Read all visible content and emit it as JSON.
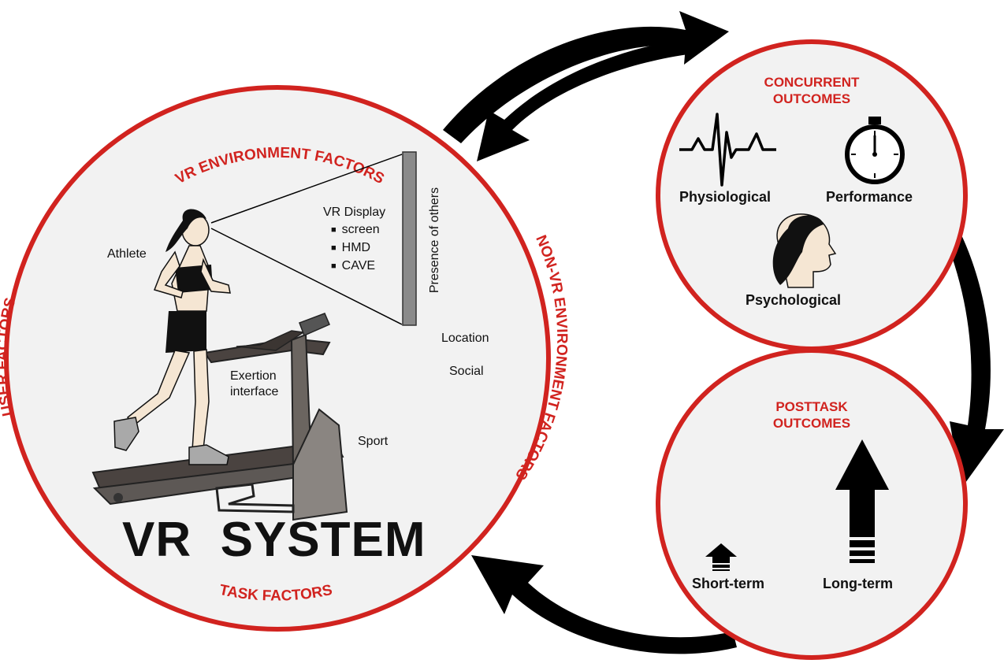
{
  "vr_system": {
    "title": "VR  SYSTEM",
    "factors": {
      "vr_environment": "VR ENVIRONMENT FACTORS",
      "user": "USER FACTORS",
      "task": "TASK FACTORS",
      "non_vr_environment": "NON-VR ENVIRONMENT FACTORS"
    },
    "labels": {
      "athlete": "Athlete",
      "exertion_line1": "Exertion",
      "exertion_line2": "interface",
      "vr_display": "VR Display",
      "display_options": [
        "screen",
        "HMD",
        "CAVE"
      ],
      "presence": "Presence of others",
      "location": "Location",
      "social": "Social",
      "sport": "Sport"
    }
  },
  "concurrent": {
    "heading_line1": "CONCURRENT",
    "heading_line2": "OUTCOMES",
    "items": [
      "Physiological",
      "Performance",
      "Psychological"
    ]
  },
  "posttask": {
    "heading_line1": "POSTTASK",
    "heading_line2": "OUTCOMES",
    "items": [
      "Short-term",
      "Long-term"
    ]
  },
  "colors": {
    "accent_red": "#d1231f",
    "circle_fill": "#f2f2f2",
    "arrow": "#000000"
  }
}
